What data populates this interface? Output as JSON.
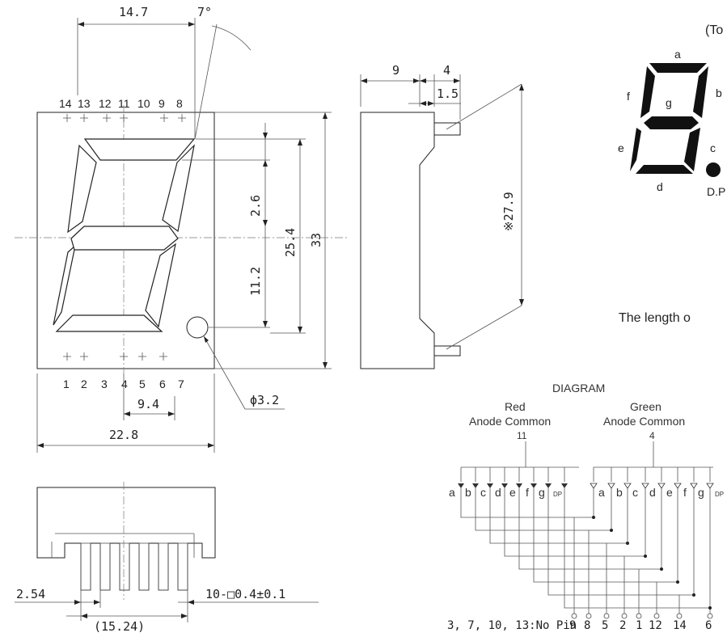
{
  "front_view": {
    "dim_width_top": "14.7",
    "dim_angle": "7°",
    "top_pins": [
      "14",
      "13",
      "12",
      "11",
      "10",
      "9",
      "8"
    ],
    "bottom_pins": [
      "1",
      "2",
      "3",
      "4",
      "5",
      "6",
      "7"
    ],
    "dim_segment_small": "2.6",
    "dim_segment_height": "11.2",
    "dim_digit_height": "25.4",
    "dim_total_height": "33",
    "dim_half_width": "9.4",
    "dim_dp_diameter": "ϕ3.2",
    "dim_total_width": "22.8"
  },
  "side_view": {
    "dim_depth": "9",
    "dim_pin_offset": "4",
    "dim_pin_len": "1.5",
    "dim_pin_span": "※27.9"
  },
  "bottom_view": {
    "dim_pitch": "2.54",
    "dim_pin_size": "10-□0.4±0.1",
    "dim_row_span": "(15.24)"
  },
  "top_right": {
    "title_fragment": "(To",
    "segment_labels": {
      "a": "a",
      "b": "b",
      "c": "c",
      "d": "d",
      "e": "e",
      "f": "f",
      "g": "g",
      "dp": "D.P"
    },
    "note_fragment": "The length o"
  },
  "circuit": {
    "title": "DIAGRAM",
    "red_label": "Red",
    "green_label": "Green",
    "anode_common_1": "Anode Common",
    "anode_common_2": "Anode Common",
    "red_pin": "11",
    "green_pin": "4",
    "red_segments": [
      "a",
      "b",
      "c",
      "d",
      "e",
      "f",
      "g",
      "DP"
    ],
    "green_segments": [
      "a",
      "b",
      "c",
      "d",
      "e",
      "f",
      "g",
      "DP"
    ],
    "no_pin_note": "3, 7, 10, 13:No Pin",
    "bottom_pins": [
      "9",
      "8",
      "5",
      "2",
      "1",
      "12",
      "14",
      "6"
    ]
  }
}
